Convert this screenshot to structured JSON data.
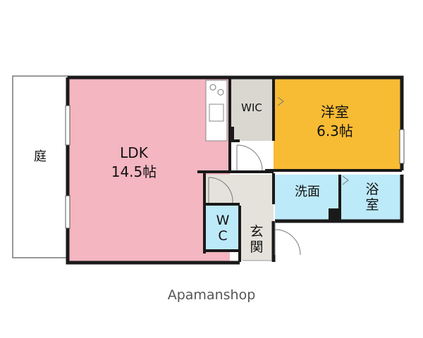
{
  "rooms": {
    "garden": "庭",
    "ldk_name": "LDK",
    "ldk_size": "14.5帖",
    "wic": "WIC",
    "western_name": "洋室",
    "western_size": "6.3帖",
    "washroom": "洗面",
    "bath_chars": [
      "浴",
      "室"
    ],
    "wc_chars": [
      "W",
      "C"
    ],
    "entrance_chars": [
      "玄",
      "関"
    ]
  },
  "brand": "Apamanshop",
  "colors": {
    "ldk": "#f4b6c1",
    "western": "#f7bb34",
    "closet": "#d9d7cf",
    "wet_area": "#bdeaf9",
    "floor_gray": "#e4e2db",
    "wall": "#1a1a1a",
    "garden": "#ffffff"
  }
}
